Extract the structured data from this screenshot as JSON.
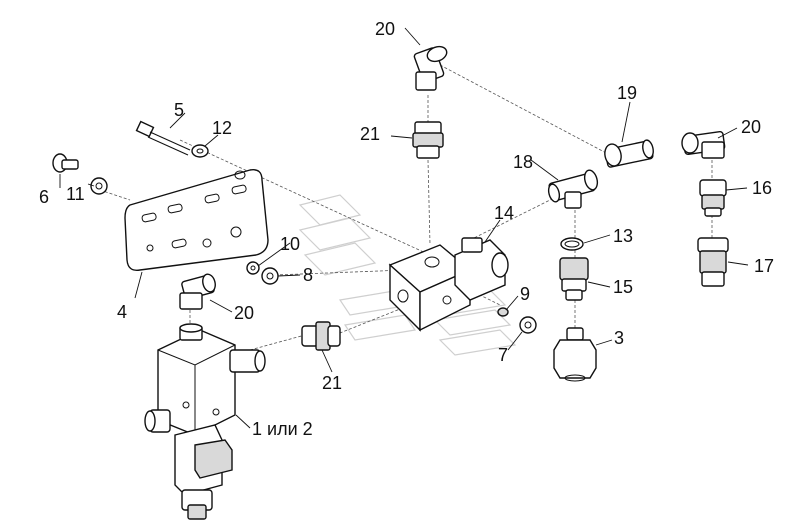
{
  "labels": {
    "l1": "1 или 2",
    "l3": "3",
    "l4": "4",
    "l5": "5",
    "l6": "6",
    "l7": "7",
    "l8": "8",
    "l9": "9",
    "l10": "10",
    "l11": "11",
    "l12": "12",
    "l13": "13",
    "l14": "14",
    "l15": "15",
    "l16": "16",
    "l17": "17",
    "l18": "18",
    "l19": "19",
    "l20a": "20",
    "l20b": "20",
    "l20c": "20",
    "l21a": "21",
    "l21b": "21"
  }
}
